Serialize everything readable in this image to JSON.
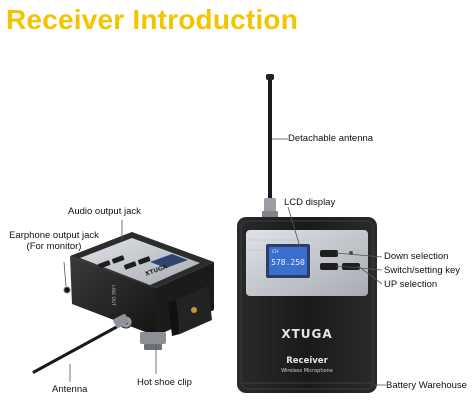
{
  "title": "Receiver Introduction",
  "labels": {
    "detachable_antenna": "Detachable antenna",
    "lcd_display": "LCD display",
    "down_selection": "Down selection",
    "switch_setting_key": "Switch/setting key",
    "up_selection": "UP selection",
    "battery_warehouse": "Battery Warehouse",
    "audio_output_jack": "Audio output jack",
    "earphone_output_jack": "Earphone output jack",
    "for_monitor": "(For monitor)",
    "antenna": "Antenna",
    "hot_shoe_clip": "Hot shoe clip"
  },
  "device_text": {
    "brand_front": "XTUGA",
    "model": "Receiver",
    "subtitle": "Wireless Microphone",
    "lcd_freq": "578.250",
    "lcd_ch": "CH",
    "side_brand": "XTUGA",
    "line_out": "LINE OUT"
  },
  "colors": {
    "title": "#f5c400",
    "device_body": "#1c1c1c",
    "panel_silver": "#c9ccd0",
    "lcd_blue": "#3a6fd0",
    "leader_line": "#555555"
  }
}
